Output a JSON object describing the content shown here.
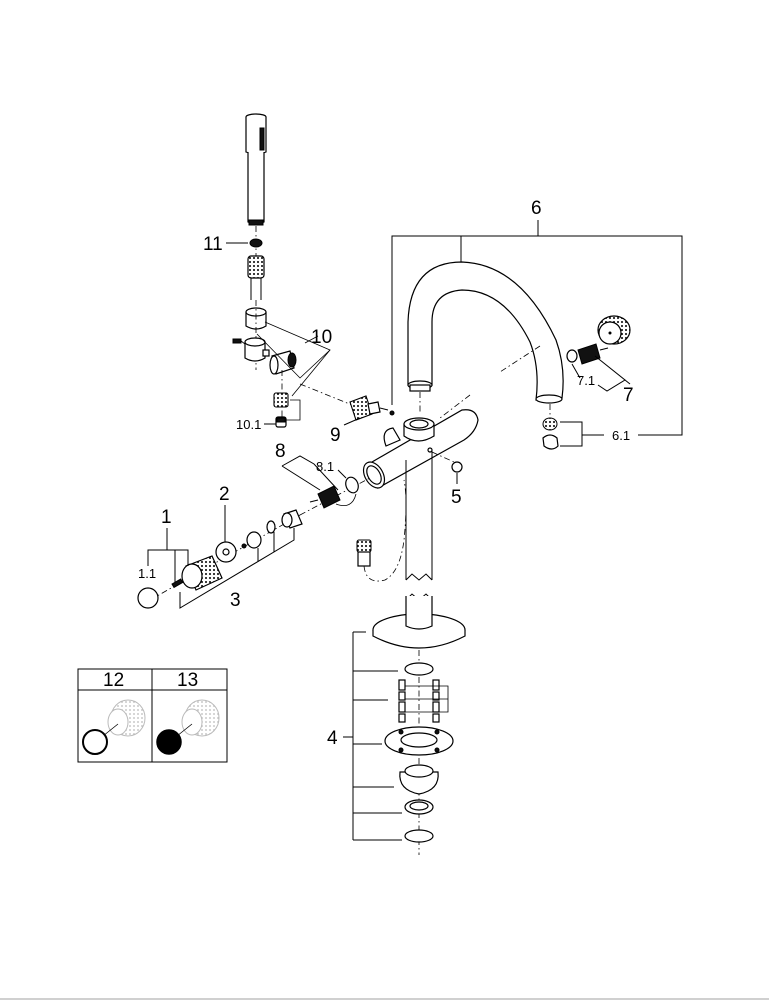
{
  "diagram": {
    "type": "exploded-parts-view",
    "subject": "bath/shower mixer with handshower",
    "callouts": {
      "c1": "1",
      "c1_1": "1.1",
      "c2": "2",
      "c3": "3",
      "c4": "4",
      "c5": "5",
      "c6": "6",
      "c6_1": "6.1",
      "c7": "7",
      "c7_1": "7.1",
      "c8": "8",
      "c8_1": "8.1",
      "c9": "9",
      "c10": "10",
      "c10_1": "10.1",
      "c11": "11"
    },
    "variants_table": {
      "columns": [
        {
          "label": "12",
          "cap_style": "light-outline"
        },
        {
          "label": "13",
          "cap_style": "dark-filled"
        }
      ]
    }
  }
}
